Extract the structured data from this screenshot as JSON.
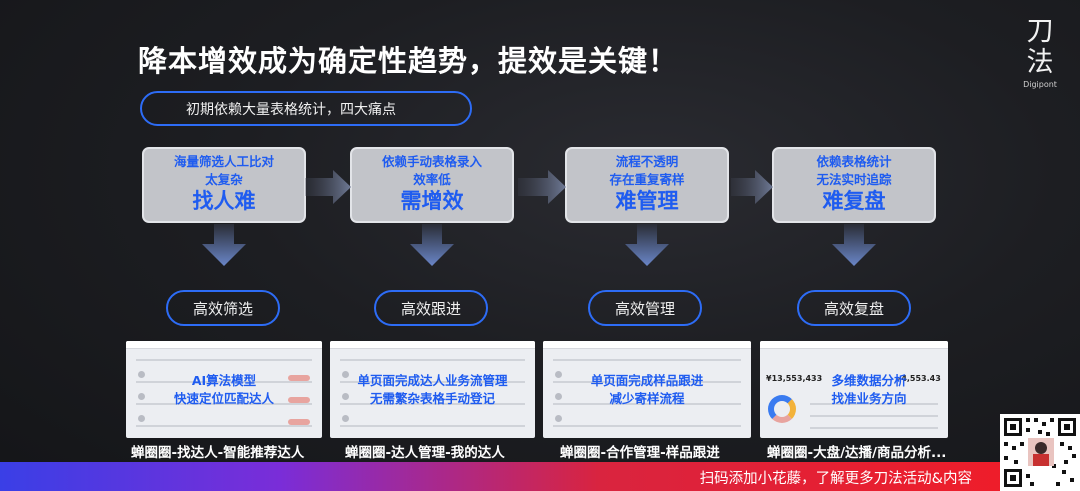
{
  "slide": {
    "title": "降本增效成为确定性趋势，提效是关键！",
    "brand_cn_line1": "刀",
    "brand_cn_line2": "法",
    "brand_en": "Digipont",
    "subtitle": "初期依赖大量表格统计，四大痛点"
  },
  "pain_points": [
    {
      "line1": "海量筛选人工比对",
      "line2": "太复杂",
      "headline": "找人难"
    },
    {
      "line1": "依赖手动表格录入",
      "line2": "效率低",
      "headline": "需增效"
    },
    {
      "line1": "流程不透明",
      "line2": "存在重复寄样",
      "headline": "难管理"
    },
    {
      "line1": "依赖表格统计",
      "line2": "无法实时追踪",
      "headline": "难复盘"
    }
  ],
  "solutions": [
    {
      "label": "高效筛选"
    },
    {
      "label": "高效跟进"
    },
    {
      "label": "高效管理"
    },
    {
      "label": "高效复盘"
    }
  ],
  "screenshots": [
    {
      "overlay1": "AI算法模型",
      "overlay2": "快速定位匹配达人",
      "caption": "蝉圈圈-找达人-智能推荐达人"
    },
    {
      "overlay1": "单页面完成达人业务流管理",
      "overlay2": "无需繁杂表格手动登记",
      "caption": "蝉圈圈-达人管理-我的达人"
    },
    {
      "overlay1": "单页面完成样品跟进",
      "overlay2": "减少寄样流程",
      "caption": "蝉圈圈-合作管理-样品跟进"
    },
    {
      "overlay1": "多维数据分析",
      "overlay2": "找准业务方向",
      "caption": "蝉圈圈-大盘/达播/商品分析...",
      "kpi1": "¥13,553,433",
      "kpi2": "-4,553.43"
    }
  ],
  "footer": {
    "text": "扫码添加小花藤，了解更多刀法活动&内容"
  },
  "colors": {
    "accent_blue": "#2d6cf6",
    "text_blue": "#1f5cf0",
    "box_gray": "#c2c4c9",
    "footer_gradient_start": "#3a3fe6",
    "footer_gradient_end": "#ee1d2a"
  },
  "icons": [
    "right-arrow-icon",
    "down-arrow-icon",
    "qr-code-icon"
  ]
}
